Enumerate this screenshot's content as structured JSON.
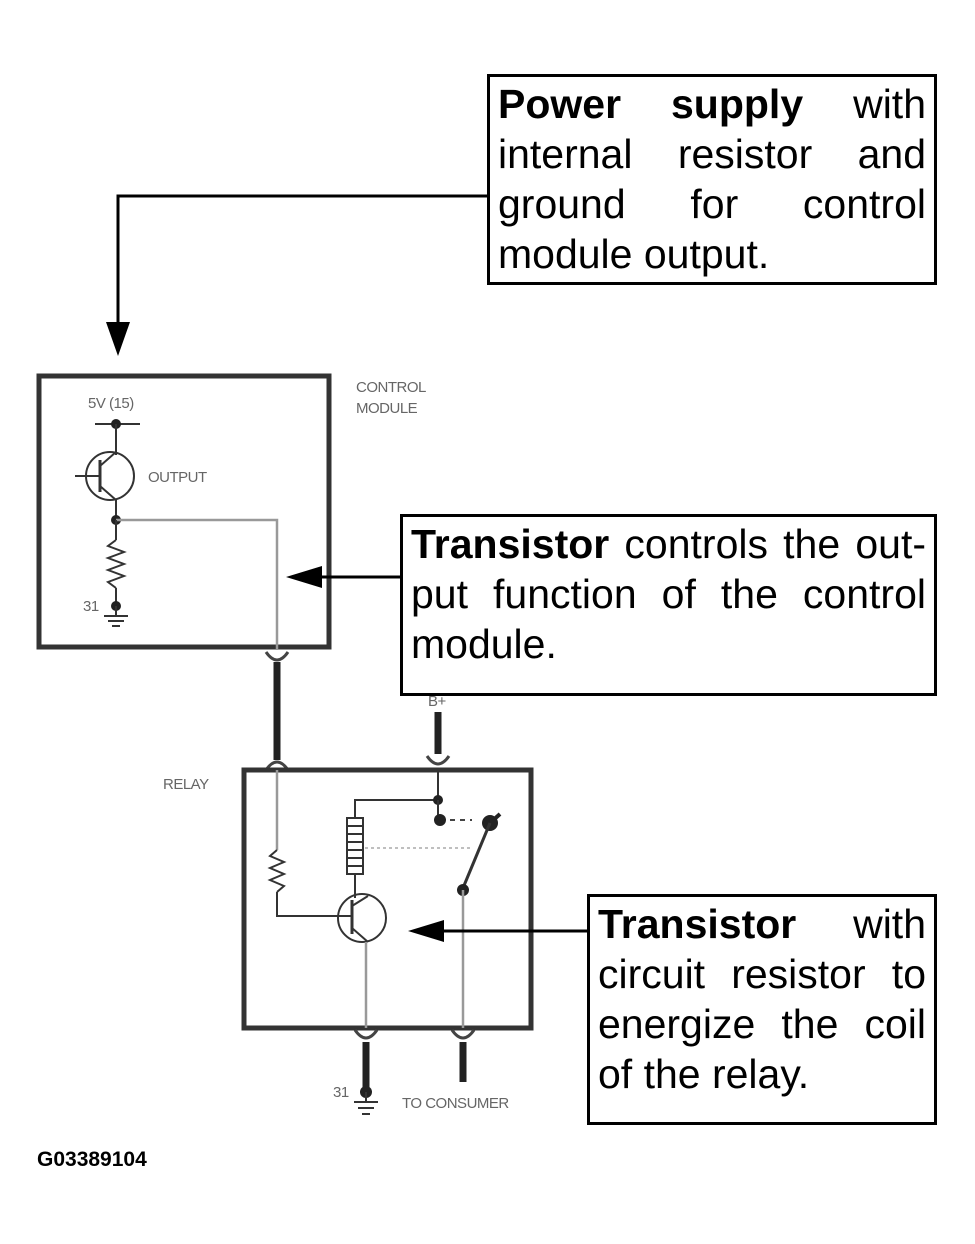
{
  "callouts": {
    "power_supply": {
      "bold": "Power supply",
      "text": " with internal resistor and ground for control module output."
    },
    "transistor_output": {
      "bold": "Transistor",
      "text": " controls the out-put function of the control module."
    },
    "transistor_relay": {
      "bold": "Transistor",
      "text": " with circuit resistor to energize the coil of the relay."
    }
  },
  "labels": {
    "control_module": [
      "CONTROL",
      "MODULE"
    ],
    "five_volt": "5V (15)",
    "output": "OUTPUT",
    "ground_module": "31",
    "b_plus": "B+",
    "relay": "RELAY",
    "ground_relay": "31",
    "to_consumer": "TO CONSUMER"
  },
  "figure_id": "G03389104"
}
